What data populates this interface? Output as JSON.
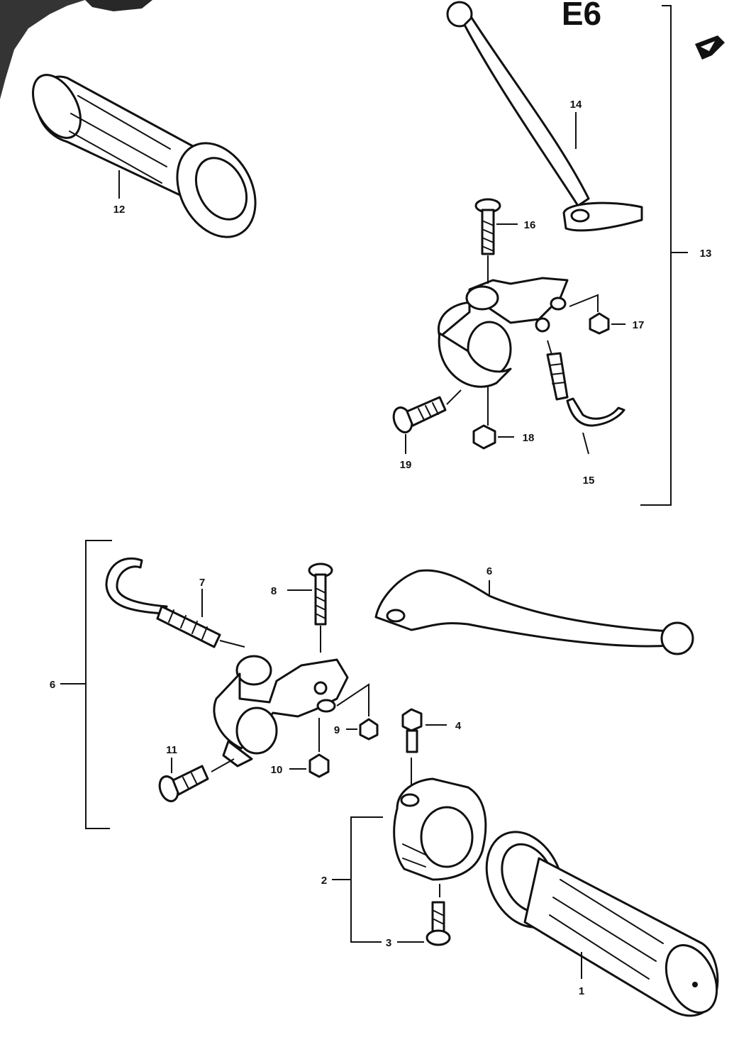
{
  "header_code": "E6",
  "callouts": [
    {
      "id": "c1",
      "text": "1"
    },
    {
      "id": "c2",
      "text": "2"
    },
    {
      "id": "c3",
      "text": "3"
    },
    {
      "id": "c4",
      "text": "4"
    },
    {
      "id": "c5",
      "text": "6"
    },
    {
      "id": "c6",
      "text": "6"
    },
    {
      "id": "c7",
      "text": "7"
    },
    {
      "id": "c8",
      "text": "8"
    },
    {
      "id": "c9",
      "text": "9"
    },
    {
      "id": "c10",
      "text": "10"
    },
    {
      "id": "c11",
      "text": "11"
    },
    {
      "id": "c12",
      "text": "12"
    },
    {
      "id": "c13",
      "text": "13"
    },
    {
      "id": "c14",
      "text": "14"
    },
    {
      "id": "c15",
      "text": "15"
    },
    {
      "id": "c16",
      "text": "16"
    },
    {
      "id": "c17",
      "text": "17"
    },
    {
      "id": "c18",
      "text": "18"
    },
    {
      "id": "c19",
      "text": "19"
    }
  ],
  "colors": {
    "ink": "#111111",
    "paper": "#ffffff"
  },
  "icons": [
    "direction-arrow-icon"
  ]
}
